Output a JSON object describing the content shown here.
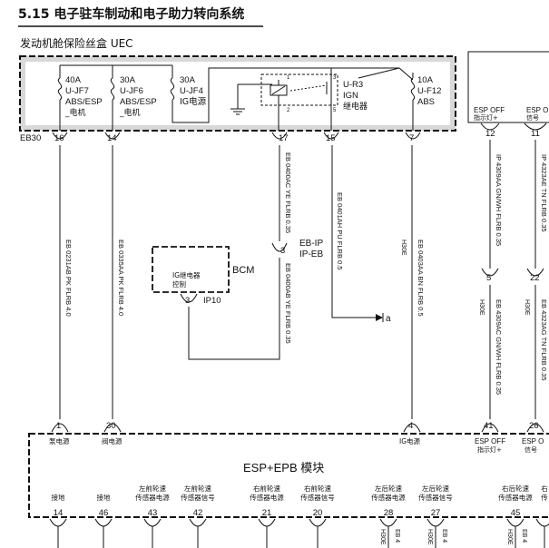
{
  "header": {
    "section_title": "5.15 电子驻车制动和电子助力转向系统"
  },
  "uec": {
    "title": "发动机舱保险丝盒 UEC",
    "connector": "EB30",
    "fuses": [
      {
        "amp": "40A",
        "id": "U-JF7",
        "desc1": "ABS/ESP",
        "desc2": "_电机",
        "pin": "16"
      },
      {
        "amp": "30A",
        "id": "U-JF6",
        "desc1": "ABS/ESP",
        "desc2": "_电机",
        "pin": "14"
      },
      {
        "amp": "30A",
        "id": "U-JF4",
        "desc1": "IG电源",
        "desc2": "",
        "pin": ""
      },
      {
        "amp": "10A",
        "id": "U-F12",
        "desc1": "ABS",
        "desc2": "",
        "pin": "7"
      }
    ],
    "relay": {
      "id": "U-R3",
      "name": "IGN",
      "desc": "继电器",
      "pin1": "1",
      "pin2": "2",
      "pin3": "3",
      "pin5": "5",
      "out_pin_a": "17",
      "out_pin_b": "15"
    }
  },
  "bcm": {
    "label": "BCM",
    "inner1": "IG继电器",
    "inner2": "控制",
    "pin": "3",
    "connector": "IP10"
  },
  "splice": {
    "pin": "3",
    "name1": "EB-IP",
    "name2": "IP-EB"
  },
  "wires": {
    "w16": "EB 0231AB PK FLRB 4.0",
    "w14": "EB 0335AA PK FLRB 4.0",
    "w17a": "EB 0400AC YE FLRB 0.35",
    "w17b": "EB 0400AB YE FLRB 0.35",
    "w15": "EB 0401AH PU FLRB 0.5",
    "w7": "EB 0403AA BN FLRB 0.5",
    "w7tag": "H30E",
    "w12": "IP 4309AA GN/WH FLRB 0.35",
    "w11": "IP 4323AE TN FLRB 0.35",
    "w41": "EB 4309AC GN/WH FLRB 0.35",
    "w41tag": "H30E",
    "w26": "EB 4323AG TN FLRB 0.35",
    "w26tag": "H30E",
    "wire_end": "a"
  },
  "esp_off_top": {
    "label1": "ESP OFF",
    "label2": "指示灯+",
    "label3": "ESP OI",
    "label4": "信号",
    "pin12": "12",
    "pin11": "11",
    "pin5": "5",
    "pin22": "22"
  },
  "module": {
    "title": "ESP+EPB 模块",
    "top_pins": [
      {
        "pin": "1",
        "label": "泵电源"
      },
      {
        "pin": "30",
        "label": "阀电源"
      },
      {
        "pin": "4",
        "label": "IG电源"
      },
      {
        "pin": "41",
        "label": "ESP OFF",
        "label2": "指示灯+"
      },
      {
        "pin": "26",
        "label": "ESP O",
        "label2": "信号"
      }
    ],
    "bottom_pins": [
      {
        "pin": "14",
        "label": "接地",
        "label2": ""
      },
      {
        "pin": "46",
        "label": "接地",
        "label2": ""
      },
      {
        "pin": "43",
        "label": "左前轮速",
        "label2": "传感器电源"
      },
      {
        "pin": "42",
        "label": "左前轮速",
        "label2": "传感器信号"
      },
      {
        "pin": "21",
        "label": "右前轮速",
        "label2": "传感器电源"
      },
      {
        "pin": "20",
        "label": "右前轮速",
        "label2": "传感器信号"
      },
      {
        "pin": "28",
        "label": "左后轮速",
        "label2": "传感器电源"
      },
      {
        "pin": "27",
        "label": "左后轮速",
        "label2": "传感器信号"
      },
      {
        "pin": "45",
        "label": "右后轮速",
        "label2": "传感器电源"
      },
      {
        "pin": "",
        "label": "右",
        "label2": "传"
      }
    ],
    "bottom_wire_tags": [
      "H30E",
      "EB 4",
      "H30E",
      "EB 4",
      "H30E",
      "EB 4"
    ]
  }
}
